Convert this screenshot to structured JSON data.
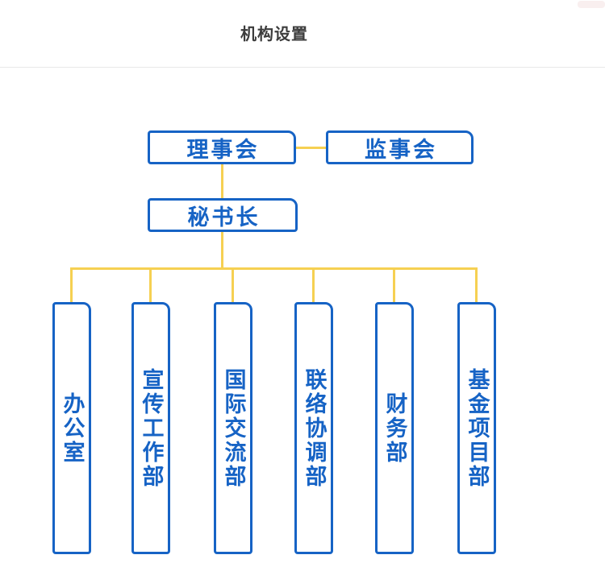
{
  "page": {
    "title": "机构设置"
  },
  "colors": {
    "node_border_blue": "#1663c5",
    "node_text_blue": "#1663c5",
    "connector_yellow": "#f6d052",
    "title_gray": "#3c3c3c",
    "divider_gray": "#e8e8e8"
  },
  "org_chart": {
    "top_nodes": [
      {
        "label": "理事会"
      },
      {
        "label": "监事会"
      }
    ],
    "secretary": {
      "label": "秘书长"
    },
    "departments": [
      {
        "label": "办公室"
      },
      {
        "label": "宣传工作部"
      },
      {
        "label": "国际交流部"
      },
      {
        "label": "联络协调部"
      },
      {
        "label": "财务部"
      },
      {
        "label": "基金项目部"
      }
    ]
  }
}
